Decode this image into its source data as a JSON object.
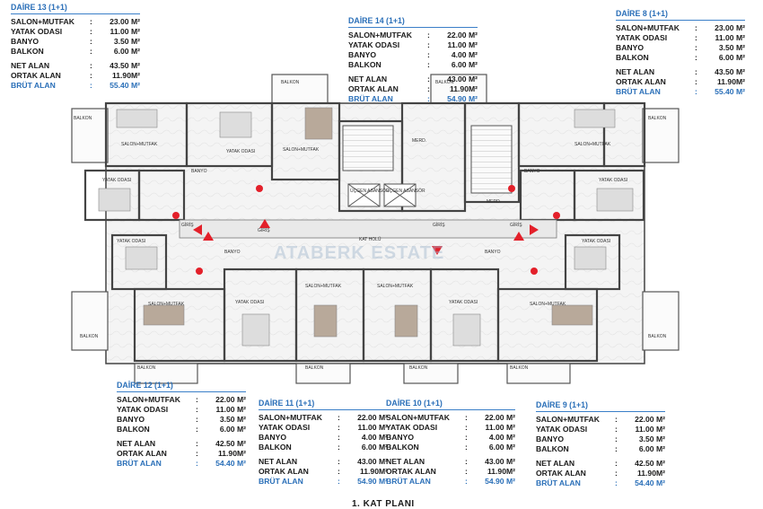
{
  "units": [
    {
      "title": "DAİRE 13 (1+1)",
      "rows": [
        [
          "SALON+MUTFAK",
          "23.00 M²"
        ],
        [
          "YATAK ODASI",
          "11.00 M²"
        ],
        [
          "BANYO",
          "3.50 M²"
        ],
        [
          "BALKON",
          "6.00 M²"
        ]
      ],
      "totals": [
        [
          "NET ALAN",
          "43.50 M²"
        ],
        [
          "ORTAK ALAN",
          "11.90M²"
        ]
      ],
      "brut": [
        "BRÜT ALAN",
        "55.40 M²"
      ]
    },
    {
      "title": "DAİRE 14 (1+1)",
      "rows": [
        [
          "SALON+MUTFAK",
          "22.00 M²"
        ],
        [
          "YATAK ODASI",
          "11.00 M²"
        ],
        [
          "BANYO",
          "4.00 M²"
        ],
        [
          "BALKON",
          "6.00 M²"
        ]
      ],
      "totals": [
        [
          "NET ALAN",
          "43.00 M²"
        ],
        [
          "ORTAK ALAN",
          "11.90M²"
        ]
      ],
      "brut": [
        "BRÜT ALAN",
        "54.90 M²"
      ]
    },
    {
      "title": "DAİRE 8 (1+1)",
      "rows": [
        [
          "SALON+MUTFAK",
          "23.00 M²"
        ],
        [
          "YATAK ODASI",
          "11.00 M²"
        ],
        [
          "BANYO",
          "3.50 M²"
        ],
        [
          "BALKON",
          "6.00 M²"
        ]
      ],
      "totals": [
        [
          "NET ALAN",
          "43.50 M²"
        ],
        [
          "ORTAK ALAN",
          "11.90M²"
        ]
      ],
      "brut": [
        "BRÜT ALAN",
        "55.40 M²"
      ]
    },
    {
      "title": "DAİRE 12 (1+1)",
      "rows": [
        [
          "SALON+MUTFAK",
          "22.00 M²"
        ],
        [
          "YATAK ODASI",
          "11.00 M²"
        ],
        [
          "BANYO",
          "3.50 M²"
        ],
        [
          "BALKON",
          "6.00 M²"
        ]
      ],
      "totals": [
        [
          "NET ALAN",
          "42.50 M²"
        ],
        [
          "ORTAK ALAN",
          "11.90M²"
        ]
      ],
      "brut": [
        "BRÜT ALAN",
        "54.40 M²"
      ]
    },
    {
      "title": "DAİRE 11 (1+1)",
      "rows": [
        [
          "SALON+MUTFAK",
          "22.00 M²"
        ],
        [
          "YATAK ODASI",
          "11.00 M²"
        ],
        [
          "BANYO",
          "4.00 M²"
        ],
        [
          "BALKON",
          "6.00 M²"
        ]
      ],
      "totals": [
        [
          "NET ALAN",
          "43.00 M²"
        ],
        [
          "ORTAK ALAN",
          "11.90M²"
        ]
      ],
      "brut": [
        "BRÜT ALAN",
        "54.90 M²"
      ]
    },
    {
      "title": "DAİRE 10 (1+1)",
      "rows": [
        [
          "SALON+MUTFAK",
          "22.00 M²"
        ],
        [
          "YATAK ODASI",
          "11.00 M²"
        ],
        [
          "BANYO",
          "4.00 M²"
        ],
        [
          "BALKON",
          "6.00 M²"
        ]
      ],
      "totals": [
        [
          "NET ALAN",
          "43.00 M²"
        ],
        [
          "ORTAK ALAN",
          "11.90M²"
        ]
      ],
      "brut": [
        "BRÜT ALAN",
        "54.90 M²"
      ]
    },
    {
      "title": "DAİRE 9 (1+1)",
      "rows": [
        [
          "SALON+MUTFAK",
          "22.00 M²"
        ],
        [
          "YATAK ODASI",
          "11.00 M²"
        ],
        [
          "BANYO",
          "3.50 M²"
        ],
        [
          "BALKON",
          "6.00 M²"
        ]
      ],
      "totals": [
        [
          "NET ALAN",
          "42.50 M²"
        ],
        [
          "ORTAK ALAN",
          "11.90M²"
        ]
      ],
      "brut": [
        "BRÜT ALAN",
        "54.40 M²"
      ]
    }
  ],
  "plan_labels": {
    "salon": "SALON+MUTFAK",
    "yatak": "YATAK ODASI",
    "banyo": "BANYO",
    "balkon": "BALKON",
    "giris": "GİRİŞ",
    "kat_holu": "KAT HOLÜ",
    "merd": "MERD.",
    "asansor": "ÜÇGEN ASANSÖR",
    "watermark": "ATABERK ESTATE"
  },
  "caption": "1. KAT PLANI",
  "colors": {
    "accent": "#2a6fb8",
    "door": "#e3202a",
    "wall": "#444444",
    "floor": "#f1f1f1"
  }
}
